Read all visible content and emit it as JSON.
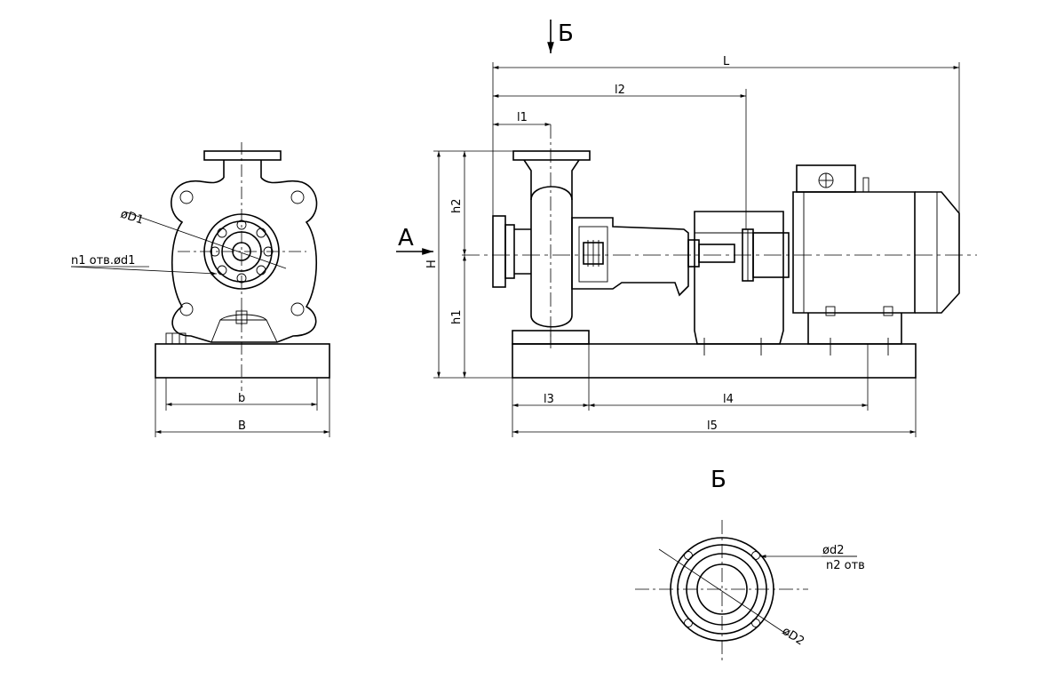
{
  "labels": {
    "view_b_arrow": "Б",
    "view_b_title": "Б",
    "view_a_arrow": "А",
    "L": "L",
    "l1": "l1",
    "l2": "l2",
    "l3": "l3",
    "l4": "l4",
    "l5": "l5",
    "H": "H",
    "h1": "h1",
    "h2": "h2",
    "b": "b",
    "B": "B",
    "D1": "øD1",
    "n1_holes": "n1 отв.ød1",
    "d2": "ød2",
    "n2_holes": "n2 отв",
    "D2": "øD2"
  }
}
